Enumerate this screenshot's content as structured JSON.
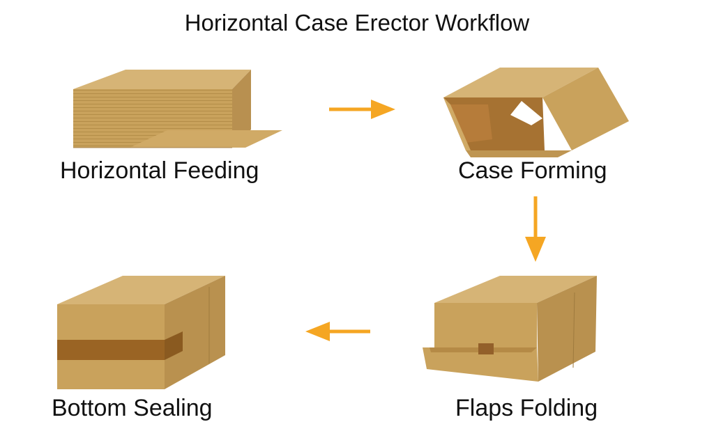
{
  "title": "Horizontal Case Erector Workflow",
  "steps": [
    {
      "label": "Horizontal Feeding"
    },
    {
      "label": "Case Forming"
    },
    {
      "label": "Flaps Folding"
    },
    {
      "label": "Bottom Sealing"
    }
  ],
  "colors": {
    "arrow": "#F5A623",
    "cardboard": "#C8A25A",
    "cardboard_light": "#D4B26E",
    "cardboard_dark": "#A87833",
    "tape": "#9A6424"
  }
}
